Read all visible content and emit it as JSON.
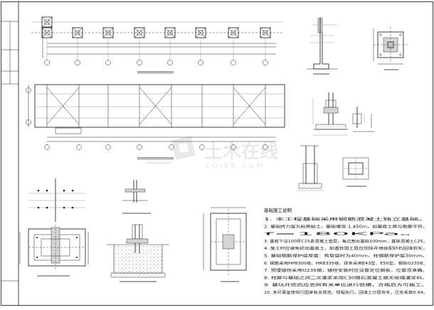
{
  "watermark": {
    "brand": "土木在线",
    "site": "COI88.COM"
  },
  "notes": {
    "title": "基础施工说明",
    "items": [
      "1. 本工程基础采用钢筋混凝土独立基础。",
      "2. 基础持力层为粉质粘土，基础埋深-1.450m，如基底土质与勘察不符，",
      "   f=180KPa。",
      "3. 基底下设100厚C15素混凝土垫层，每边宽出基础100mm，基础混凝土C25。",
      "4. 施工时应避免扰动基底土，如遇软弱土层应挖除并用级配砂石回填夯实。",
      "5. 基础钢筋保护层厚度：有垫层时为40mm，柱钢筋保护层30mm。",
      "6. 钢筋采用HPB300级、HRB335级，焊条采用E43型、E50型，钢板Q235B。",
      "7. 预埋锚栓采用Q235钢，锚栓安装时应设置定位钢板，位置须准确。",
      "8. 柱脚与基础之间二次灌浆采用C30细石混凝土或无收缩灌浆料。",
      "9. 基坑开挖后应会同有关单位进行验槽，合格后方可施工。",
      "10. 未尽事宜按现行国家有关规范、规程执行，回填土分层夯实，压实系数0.94。"
    ]
  }
}
